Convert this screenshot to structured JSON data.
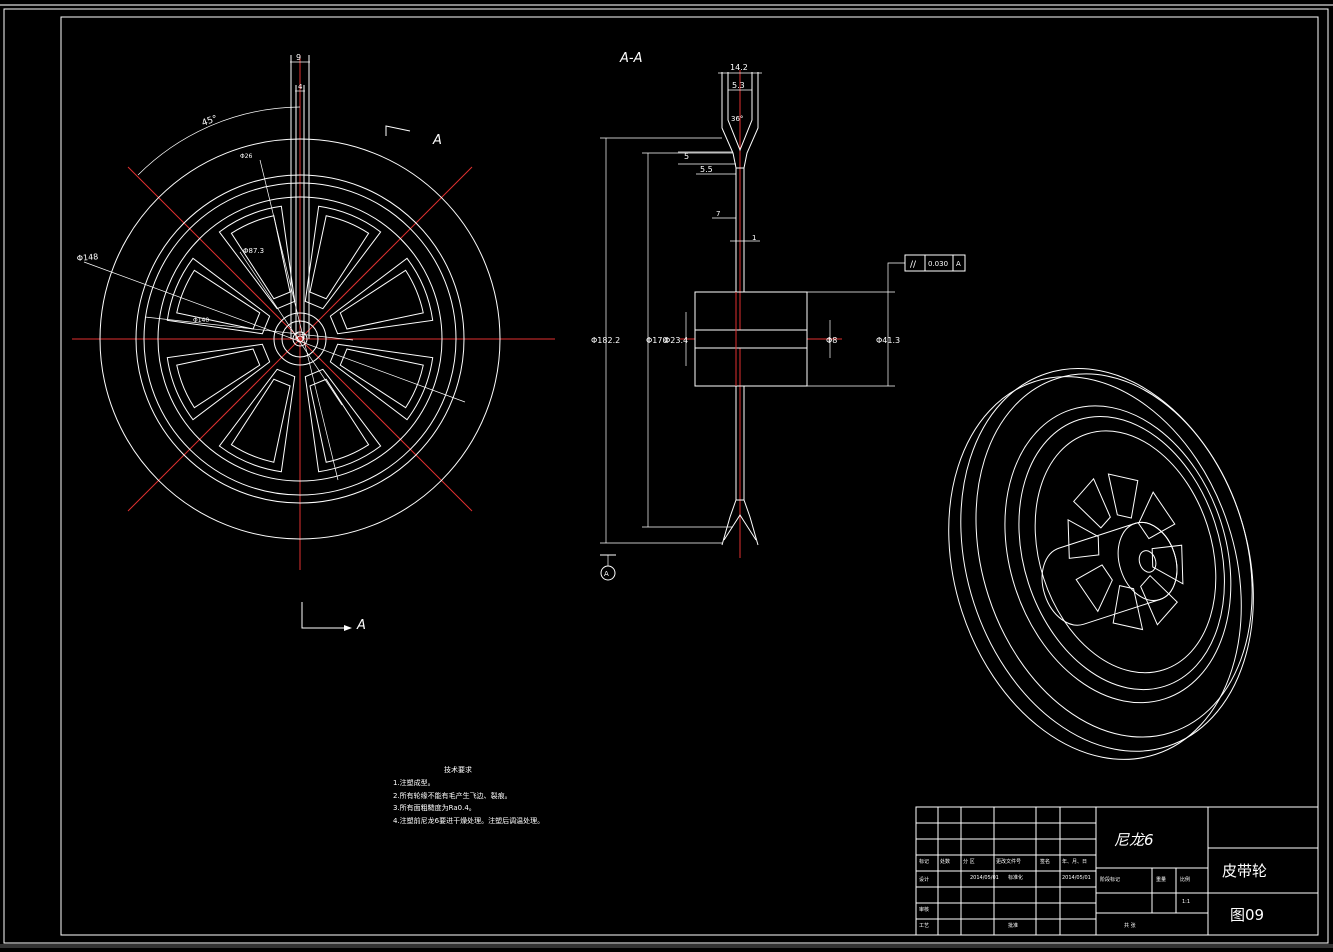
{
  "section": {
    "title": "A-A",
    "cut_label": "A"
  },
  "dimensions": {
    "angle": "45°",
    "d_outer": "Φ148",
    "d_mid": "Φ87.3",
    "d_inner": "Φ140",
    "d_small": "Φ26",
    "top_w1": "9",
    "top_w2": "4",
    "groove_w1": "14.2",
    "groove_w2": "5.3",
    "groove_angle": "36°",
    "groove_d1": "5",
    "groove_d2": "5.5",
    "web_t1": "7",
    "web_t2": "1",
    "dia_a": "Φ182.2",
    "dia_b": "Φ170",
    "dia_c": "Φ23.4",
    "dia_d": "Φ8",
    "dia_e": "Φ41.3"
  },
  "tolerance": {
    "symbol": "//",
    "value": "0.030",
    "datum": "A"
  },
  "datum_label": "A",
  "notes": {
    "heading": "技术要求",
    "items": [
      "1.注塑成型。",
      "2.所有轮缘不能有毛产生飞边、裂痕。",
      "3.所有面粗糙度为Ra0.4。",
      "4.注塑前尼龙6要进干燥处理。注塑后调温处理。"
    ]
  },
  "title_block": {
    "material": "尼龙6",
    "part_name": "皮带轮",
    "drawing_no": "图09",
    "row_labels": [
      "标记",
      "设计",
      "审核",
      "工艺"
    ],
    "row_cells": [
      "处数",
      "分 区",
      "更改文件号",
      "签名",
      "年、月、日"
    ],
    "design_date": "2014/05/01",
    "std_label": "标准化",
    "date2": "2014/05/01",
    "stage_label": "阶段标记",
    "weight_label": "重量",
    "scale_label": "比例",
    "scale_value": "1:1",
    "approve_label": "批准",
    "sheet_label": "共 张"
  }
}
